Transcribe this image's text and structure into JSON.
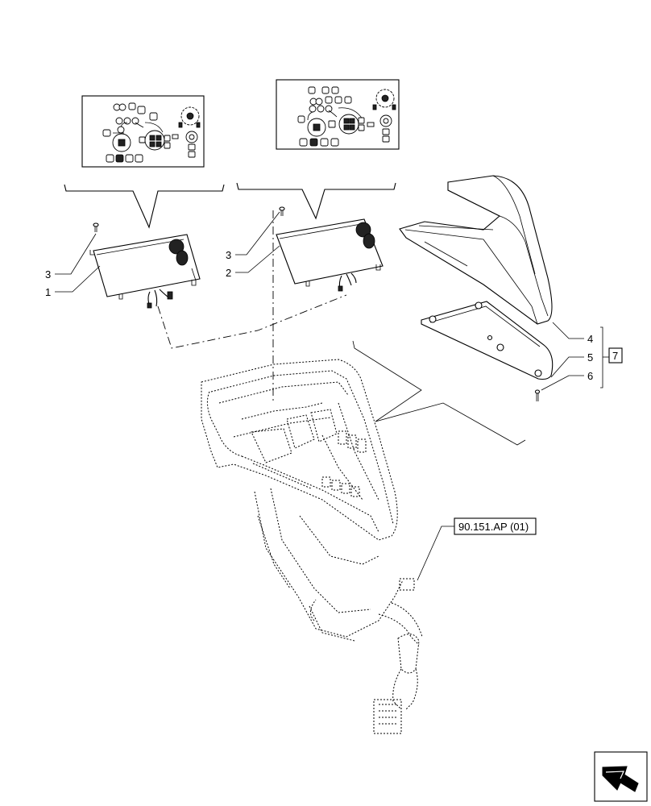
{
  "callouts": [
    {
      "id": "c1",
      "label": "1"
    },
    {
      "id": "c2",
      "label": "2"
    },
    {
      "id": "c3a",
      "label": "3"
    },
    {
      "id": "c3b",
      "label": "3"
    },
    {
      "id": "c4",
      "label": "4"
    },
    {
      "id": "c5",
      "label": "5"
    },
    {
      "id": "c6",
      "label": "6"
    }
  ],
  "group_label": "7",
  "reference_label": "90.151.AP (01)",
  "icons": {
    "nav_arrow": "navigation-arrow-icon",
    "gear": "gear-icon"
  },
  "colors": {
    "line": "#000000",
    "background": "#ffffff"
  }
}
